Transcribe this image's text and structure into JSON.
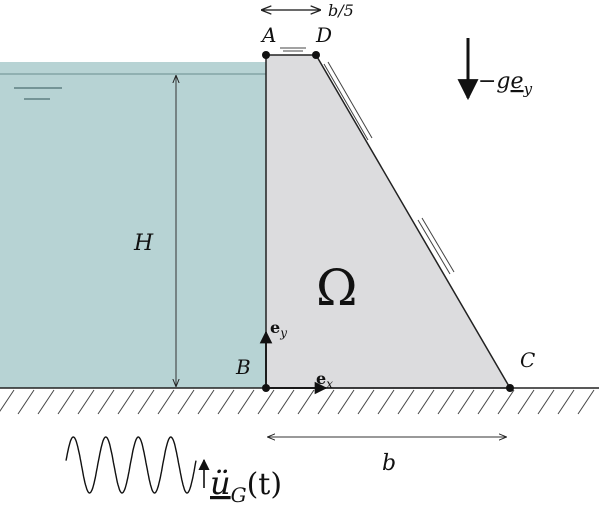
{
  "colors": {
    "water": "#b7d3d4",
    "dam": "#dcdcde",
    "line": "#222222",
    "background": "#ffffff"
  },
  "labels": {
    "point_a": "A",
    "point_b": "B",
    "point_c": "C",
    "point_d": "D",
    "crest_width": "b/5",
    "height": "H",
    "base_width": "b",
    "domain": "Ω",
    "gravity": "−g",
    "gravity_vec": "e",
    "gravity_sub": "y",
    "ex_base": "e",
    "ex_sub": "x",
    "ey_base": "e",
    "ey_sub": "y",
    "ground_accel": "ü",
    "ground_accel_sub": "G",
    "ground_accel_arg": "(t)"
  }
}
